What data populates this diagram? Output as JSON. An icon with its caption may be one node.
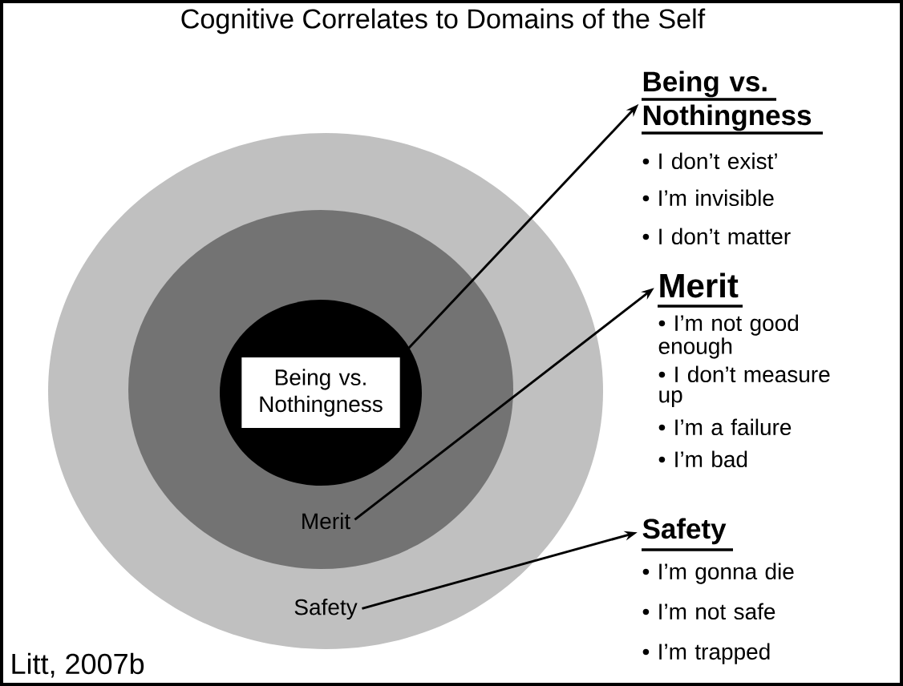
{
  "diagram": {
    "title": "Cognitive Correlates to Domains of the Self",
    "nodes": [
      {
        "text": [
          "Safety"
        ]
      },
      {
        "text": [
          "Merit"
        ],
        "in": 0
      },
      {
        "text": [],
        "shape": "circle",
        "in": 1
      },
      {
        "text": [
          "Being vs. Nothingness"
        ],
        "in": 2
      },
      {
        "text": [
          "Being vs. Nothingness",
          "• I don’t exist’",
          "• I’m invisible",
          "• I don’t matter"
        ]
      },
      {
        "text": [
          "Merit",
          "• I’m not good enough",
          "• I don’t measure up",
          "• I’m a failure",
          "• I’m bad"
        ]
      },
      {
        "text": [
          "Safety",
          "• I’m gonna die",
          "• I’m not safe",
          "• I’m trapped"
        ]
      }
    ],
    "edges": [
      {
        "from": 3,
        "to": 4,
        "arrow": "to"
      },
      {
        "from": 1,
        "to": 5,
        "arrow": "to"
      },
      {
        "from": 0,
        "to": 6,
        "arrow": "to"
      }
    ],
    "labels": [
      "Litt, 2007b"
    ]
  }
}
